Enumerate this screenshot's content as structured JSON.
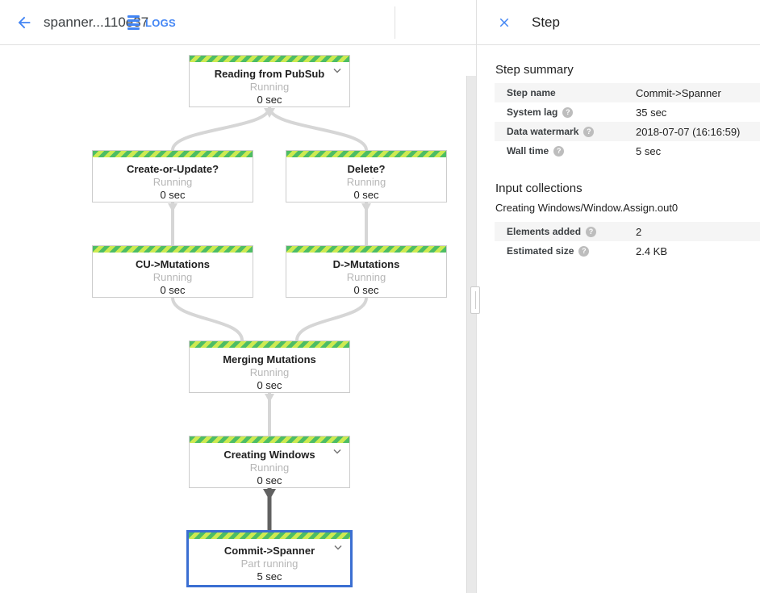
{
  "header": {
    "title": "spanner...110e37",
    "logs_label": "LOGS"
  },
  "panel": {
    "title": "Step",
    "summary": {
      "heading": "Step summary",
      "rows": [
        {
          "label": "Step name",
          "value": "Commit->Spanner"
        },
        {
          "label": "System lag",
          "value": "35 sec"
        },
        {
          "label": "Data watermark",
          "value": "2018-07-07 (16:16:59)"
        },
        {
          "label": "Wall time",
          "value": "5 sec"
        }
      ]
    },
    "input_collections": {
      "heading": "Input collections",
      "collection_name": "Creating Windows/Window.Assign.out0",
      "rows": [
        {
          "label": "Elements added",
          "value": "2"
        },
        {
          "label": "Estimated size",
          "value": "2.4 KB"
        }
      ]
    }
  },
  "graph": {
    "nodes": [
      {
        "name": "Reading from PubSub",
        "status": "Running",
        "time": "0 sec"
      },
      {
        "name": "Create-or-Update?",
        "status": "Running",
        "time": "0 sec"
      },
      {
        "name": "Delete?",
        "status": "Running",
        "time": "0 sec"
      },
      {
        "name": "CU->Mutations",
        "status": "Running",
        "time": "0 sec"
      },
      {
        "name": "D->Mutations",
        "status": "Running",
        "time": "0 sec"
      },
      {
        "name": "Merging Mutations",
        "status": "Running",
        "time": "0 sec"
      },
      {
        "name": "Creating Windows",
        "status": "Running",
        "time": "0 sec"
      },
      {
        "name": "Commit->Spanner",
        "status": "Part running",
        "time": "5 sec"
      }
    ]
  },
  "icons": {
    "back": "arrow-back-icon",
    "logs": "logs-list-icon",
    "close": "close-icon",
    "chevron": "chevron-down-icon",
    "help": "help-icon",
    "help_glyph": "?"
  },
  "colors": {
    "accent_blue": "#4285f4",
    "selected_border": "#3b6fd2",
    "stripe_green": "#4dbd65",
    "stripe_lime": "#cdea51",
    "edge_gray": "#d6d6d6",
    "edge_dark": "#616161"
  }
}
